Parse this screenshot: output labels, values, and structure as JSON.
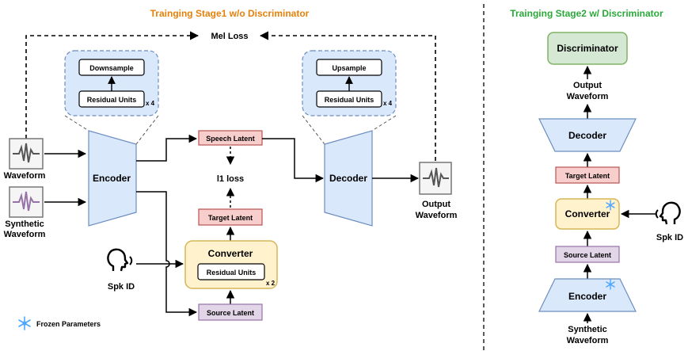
{
  "stage1": {
    "title": "Trainging Stage1 w/o Discriminator",
    "mel_loss": "Mel Loss",
    "downsample": "Downsample",
    "residual_units_enc": "Residual Units",
    "repeat_enc": "x 4",
    "upsample": "Upsample",
    "residual_units_dec": "Residual Units",
    "repeat_dec": "x 4",
    "waveform": "Waveform",
    "synthetic_waveform_line1": "Synthetic",
    "synthetic_waveform_line2": "Waveform",
    "encoder": "Encoder",
    "speech_latent": "Speech Latent",
    "l1_loss": "l1 loss",
    "target_latent": "Target Latent",
    "decoder": "Decoder",
    "output_waveform_line1": "Output",
    "output_waveform_line2": "Waveform",
    "converter": "Converter",
    "residual_units_conv": "Residual Units",
    "repeat_conv": "x 2",
    "spk_id": "Spk ID",
    "source_latent": "Source  Latent",
    "frozen_legend": "Frozen Parameters"
  },
  "stage2": {
    "title": "Trainging Stage2 w/ Discriminator",
    "discriminator": "Discriminator",
    "output_waveform_line1": "Output",
    "output_waveform_line2": "Waveform",
    "decoder": "Decoder",
    "target_latent": "Target Latent",
    "converter": "Converter",
    "spk_id": "Spk ID",
    "source_latent": "Source  Latent",
    "encoder": "Encoder",
    "synthetic_waveform_line1": "Synthetic",
    "synthetic_waveform_line2": "Waveform"
  },
  "colors": {
    "title_stage1": "#e5800b",
    "title_stage2": "#2aa83a",
    "blue_fill": "#dae8fc",
    "blue_stroke": "#6c8ebf",
    "red_fill": "#f8cecc",
    "red_stroke": "#b85450",
    "yellow_fill": "#fff2cc",
    "yellow_stroke": "#d6b656",
    "purple_fill": "#e1d5e7",
    "purple_stroke": "#9673a6",
    "green_fill": "#d5e8d4",
    "green_stroke": "#82b366",
    "snowflake": "#4da6ff"
  },
  "icons": [
    "waveform-icon",
    "synthetic-waveform-icon",
    "output-waveform-icon",
    "speaker-head-icon",
    "snowflake-icon"
  ]
}
